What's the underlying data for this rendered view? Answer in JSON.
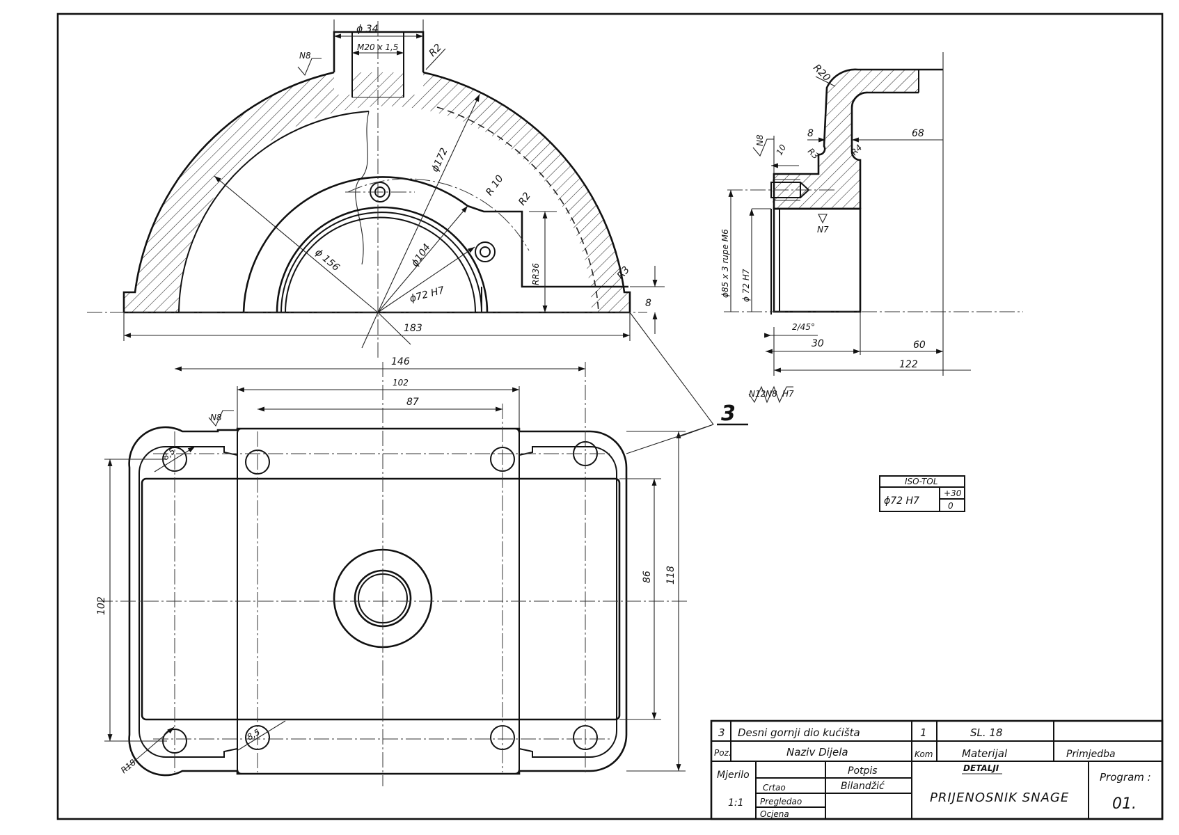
{
  "dimensions": {
    "d34": "ϕ 34",
    "m20": "M20 x 1,5",
    "r2_top": "R2",
    "n8_top": "N8",
    "d172": "ϕ172",
    "r10": "R 10",
    "r2_mid": "R2",
    "d156": "ϕ 156",
    "d104": "ϕ104",
    "d72h7": "ϕ72 H7",
    "rr36": "RR36",
    "r3": "R3",
    "eight": "8",
    "l183": "183",
    "l146": "146",
    "l102_top": "102",
    "l87": "87",
    "n8_plan": "N8",
    "d85_1": "8,5",
    "d85_2": "8,5",
    "r18": "R18",
    "l102_left": "102",
    "l86": "86",
    "l118": "118",
    "r20": "R20",
    "s_8": "8",
    "l68": "68",
    "s_r3": "R3",
    "s_r4": "R4",
    "s_10": "10",
    "s_n8": "N8",
    "s_n7": "N7",
    "thread": "ϕ85 x 3 rupe M6",
    "s_d72": "ϕ 72 H7",
    "chamfer": "2/45°",
    "l30": "30",
    "l60": "60",
    "l122": "122",
    "pos_marker": "3",
    "finish_a": "N12",
    "finish_b": "N8",
    "finish_c": "H7"
  },
  "tolerance": {
    "header": "ISO-TOL",
    "fit": "ϕ72 H7",
    "upper": "+30",
    "lower": "0"
  },
  "title_block": {
    "pos_no": "3",
    "part_name": "Desni gornji dio kućišta",
    "quantity": "1",
    "material": "SL. 18",
    "h_pos": "Poz.",
    "h_name": "Naziv  Dijela",
    "h_qty": "Kom",
    "h_material": "Materijal",
    "h_remark": "Primjedba",
    "scale_label": "Mjerilo",
    "scale": "1:1",
    "drawn": "Crtao",
    "checked": "Pregledao",
    "graded": "Ocjena",
    "sign_label": "Potpis",
    "signature": "Bilandžić",
    "detail": "DETALJI",
    "title": "PRIJENOSNIK SNAGE",
    "program_label": "Program :",
    "program": "01."
  }
}
